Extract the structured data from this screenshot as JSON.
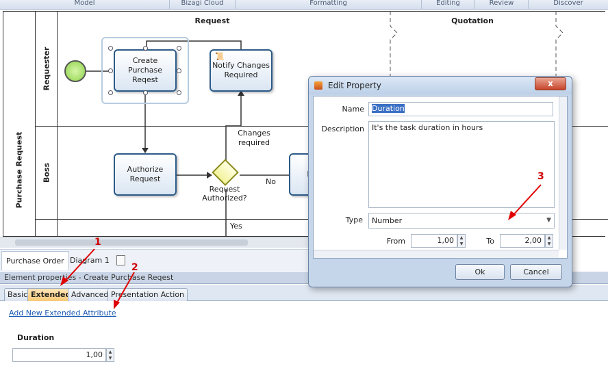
{
  "ribbon": {
    "groups": [
      "Model",
      "Bizagi Cloud",
      "Formatting",
      "Editing",
      "Review",
      "Discover"
    ]
  },
  "diagram": {
    "pool_label": "Purchase Request",
    "lanes": [
      "Requester",
      "Boss"
    ],
    "columns": [
      "Request",
      "Quotation"
    ],
    "tasks": {
      "create": "Create Purchase Reqest",
      "notify": "Notify Changes Required",
      "authorize": "Authorize Request",
      "partial": "R"
    },
    "gateway_label": "Request Authorized?",
    "edge_labels": {
      "changes": "Changes required",
      "no": "No",
      "yes": "Yes"
    }
  },
  "tabs": {
    "purchase_order": "Purchase Order",
    "diagram1": "Diagram 1"
  },
  "properties": {
    "title": "Element properties - Create Purchase Reqest",
    "tabs": [
      "Basic",
      "Extended",
      "Advanced",
      "Presentation Action"
    ],
    "active_tab": "Extended",
    "add_link": "Add New Extended Attribute",
    "duration_label": "Duration",
    "duration_value": "1,00"
  },
  "dialog": {
    "title": "Edit Property",
    "close": "x",
    "name_label": "Name",
    "name_value": "Duration",
    "description_label": "Description",
    "description_value": "It's the task duration in hours",
    "type_label": "Type",
    "type_value": "Number",
    "from_label": "From",
    "from_value": "1,00",
    "to_label": "To",
    "to_value": "2,00",
    "ok": "Ok",
    "cancel": "Cancel"
  },
  "annotations": [
    "1",
    "2",
    "3"
  ],
  "colors": {
    "task_border": "#2c5a87",
    "active_tab": "#f8c977",
    "annotation": "#d00000",
    "link": "#1d5bb4"
  }
}
